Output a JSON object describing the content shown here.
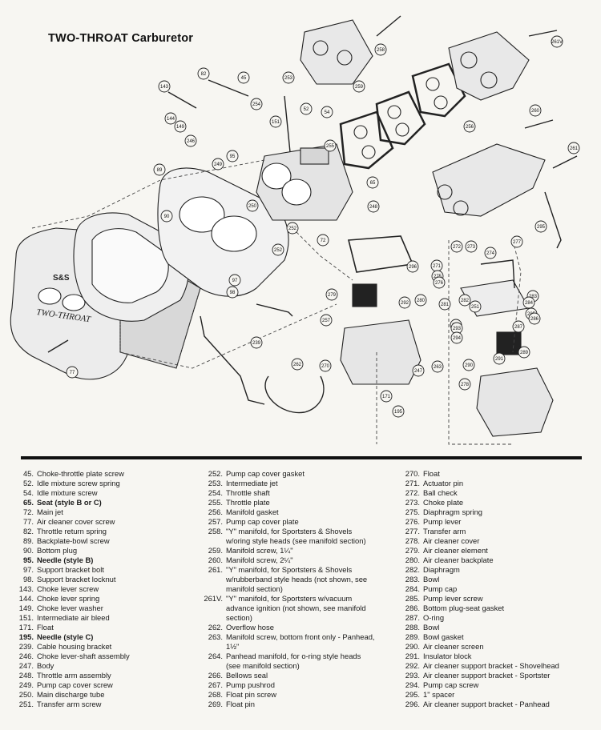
{
  "title": "TWO-THROAT Carburetor",
  "callouts": [
    "258",
    "259",
    "143",
    "144",
    "149",
    "82",
    "45",
    "253",
    "254",
    "52",
    "54",
    "151",
    "95",
    "255",
    "256",
    "260",
    "261V",
    "261",
    "262",
    "239",
    "246",
    "248",
    "65",
    "249",
    "250",
    "77",
    "90",
    "89",
    "97",
    "98",
    "252",
    "257",
    "271",
    "272",
    "273",
    "274",
    "275",
    "276",
    "277",
    "278",
    "279",
    "280",
    "281",
    "282",
    "283",
    "284",
    "285",
    "286",
    "287",
    "288",
    "289",
    "290",
    "291",
    "292",
    "293",
    "294",
    "295",
    "296",
    "270",
    "263",
    "171",
    "195",
    "247",
    "251",
    "252a",
    "72"
  ],
  "legend": {
    "col1": [
      {
        "num": "45.",
        "text": "Choke-throttle plate screw"
      },
      {
        "num": "52.",
        "text": "Idle mixture screw spring"
      },
      {
        "num": "54.",
        "text": "Idle mixture screw"
      },
      {
        "num": "65.",
        "text": "Seat (style B or C)",
        "bold": true
      },
      {
        "num": "72.",
        "text": "Main jet"
      },
      {
        "num": "77.",
        "text": "Air cleaner cover screw"
      },
      {
        "num": "82.",
        "text": "Throttle return spring"
      },
      {
        "num": "89.",
        "text": "Backplate-bowl screw"
      },
      {
        "num": "90.",
        "text": "Bottom plug"
      },
      {
        "num": "95.",
        "text": "Needle (style B)",
        "bold": true
      },
      {
        "num": "97.",
        "text": "Support bracket bolt"
      },
      {
        "num": "98.",
        "text": "Support bracket locknut"
      },
      {
        "num": "143.",
        "text": "Choke lever screw"
      },
      {
        "num": "144.",
        "text": "Choke lever spring"
      },
      {
        "num": "149.",
        "text": "Choke lever washer"
      },
      {
        "num": "151.",
        "text": "Intermediate air bleed"
      },
      {
        "num": "171.",
        "text": "Float"
      },
      {
        "num": "195.",
        "text": "Needle (style C)",
        "bold": true
      },
      {
        "num": "239.",
        "text": "Cable housing bracket"
      },
      {
        "num": "246.",
        "text": "Choke lever-shaft assembly"
      },
      {
        "num": "247.",
        "text": "Body"
      },
      {
        "num": "248.",
        "text": "Throttle arm assembly"
      },
      {
        "num": "249.",
        "text": "Pump cap cover screw"
      },
      {
        "num": "250.",
        "text": "Main discharge tube"
      },
      {
        "num": "251.",
        "text": "Transfer arm screw"
      }
    ],
    "col2": [
      {
        "num": "252.",
        "text": "Pump cap cover gasket"
      },
      {
        "num": "253.",
        "text": "Intermediate jet"
      },
      {
        "num": "254.",
        "text": "Throttle shaft"
      },
      {
        "num": "255.",
        "text": "Throttle plate"
      },
      {
        "num": "256.",
        "text": "Manifold gasket"
      },
      {
        "num": "257.",
        "text": "Pump cap cover plate"
      },
      {
        "num": "258.",
        "text": "\"Y\" manifold, for Sportsters & Shovels",
        "cont": "w/oring style heads (see manifold section)"
      },
      {
        "num": "259.",
        "text": "Manifold screw, 1¼\""
      },
      {
        "num": "260.",
        "text": "Manifold screw, 2¼\""
      },
      {
        "num": "261.",
        "text": "\"Y\" manifold, for Sportsters & Shovels",
        "cont": "w/rubberband style heads (not shown, see manifold section)"
      },
      {
        "num": "261V.",
        "text": "\"Y\" manifold, for Sportsters w/vacuum",
        "cont": "advance ignition (not shown, see manifold section)"
      },
      {
        "num": "262.",
        "text": "Overflow hose"
      },
      {
        "num": "263.",
        "text": "Manifold screw, bottom front only - Panhead,",
        "cont": "1½\""
      },
      {
        "num": "264.",
        "text": "Panhead manifold, for o-ring style heads",
        "cont": "(see manifold section)"
      },
      {
        "num": "266.",
        "text": "Bellows seal"
      },
      {
        "num": "267.",
        "text": "Pump pushrod"
      },
      {
        "num": "268.",
        "text": "Float pin screw"
      },
      {
        "num": "269.",
        "text": "Float pin"
      }
    ],
    "col3": [
      {
        "num": "270.",
        "text": "Float"
      },
      {
        "num": "271.",
        "text": "Actuator pin"
      },
      {
        "num": "272.",
        "text": "Ball check"
      },
      {
        "num": "273.",
        "text": "Choke plate"
      },
      {
        "num": "275.",
        "text": "Diaphragm spring"
      },
      {
        "num": "276.",
        "text": "Pump lever"
      },
      {
        "num": "277.",
        "text": "Transfer arm"
      },
      {
        "num": "278.",
        "text": "Air cleaner cover"
      },
      {
        "num": "279.",
        "text": "Air cleaner element"
      },
      {
        "num": "280.",
        "text": "Air cleaner backplate"
      },
      {
        "num": "282.",
        "text": "Diaphragm"
      },
      {
        "num": "283.",
        "text": "Bowl"
      },
      {
        "num": "284.",
        "text": "Pump cap"
      },
      {
        "num": "285.",
        "text": "Pump lever screw"
      },
      {
        "num": "286.",
        "text": "Bottom plug-seat gasket"
      },
      {
        "num": "287.",
        "text": "O-ring"
      },
      {
        "num": "288.",
        "text": "Bowl"
      },
      {
        "num": "289.",
        "text": "Bowl gasket"
      },
      {
        "num": "290.",
        "text": "Air cleaner screen"
      },
      {
        "num": "291.",
        "text": "Insulator block"
      },
      {
        "num": "292.",
        "text": "Air cleaner support bracket - Shovelhead"
      },
      {
        "num": "293.",
        "text": "Air cleaner support bracket - Sportster"
      },
      {
        "num": "294.",
        "text": "Pump cap screw"
      },
      {
        "num": "295.",
        "text": "1\" spacer"
      },
      {
        "num": "296.",
        "text": "Air cleaner support bracket - Panhead"
      }
    ]
  },
  "cover_text": {
    "brand": "S&S",
    "model": "TWO-THROAT"
  }
}
